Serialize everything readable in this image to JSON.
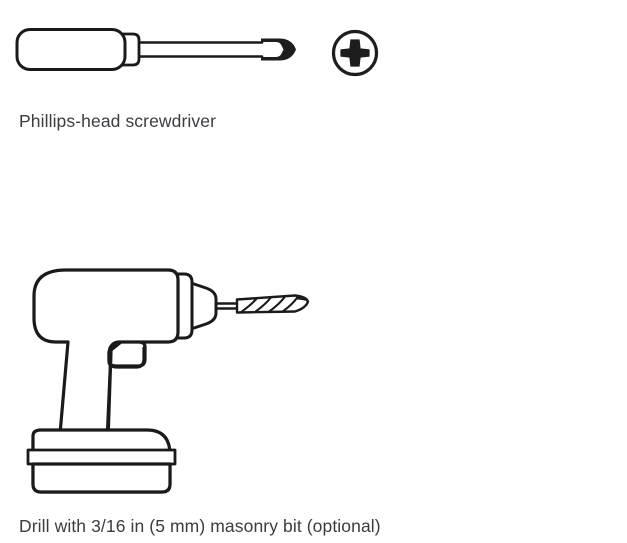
{
  "page": {
    "background_color": "#ffffff",
    "text_color": "#3c3c41"
  },
  "tools": [
    {
      "id": "screwdriver",
      "caption": "Phillips-head screwdriver",
      "illustration": "phillips-head-screwdriver-drawing",
      "badge_icon": "phillips-screw-head-icon"
    },
    {
      "id": "drill",
      "caption": "Drill with 3/16 in (5 mm) masonry bit (optional)",
      "illustration": "cordless-drill-with-masonry-bit-drawing",
      "badge_icon": null
    }
  ],
  "line_art": {
    "stroke_color": "#1a1a1a",
    "fill_color": "#ffffff",
    "accent_color": "#1d1d1d"
  }
}
